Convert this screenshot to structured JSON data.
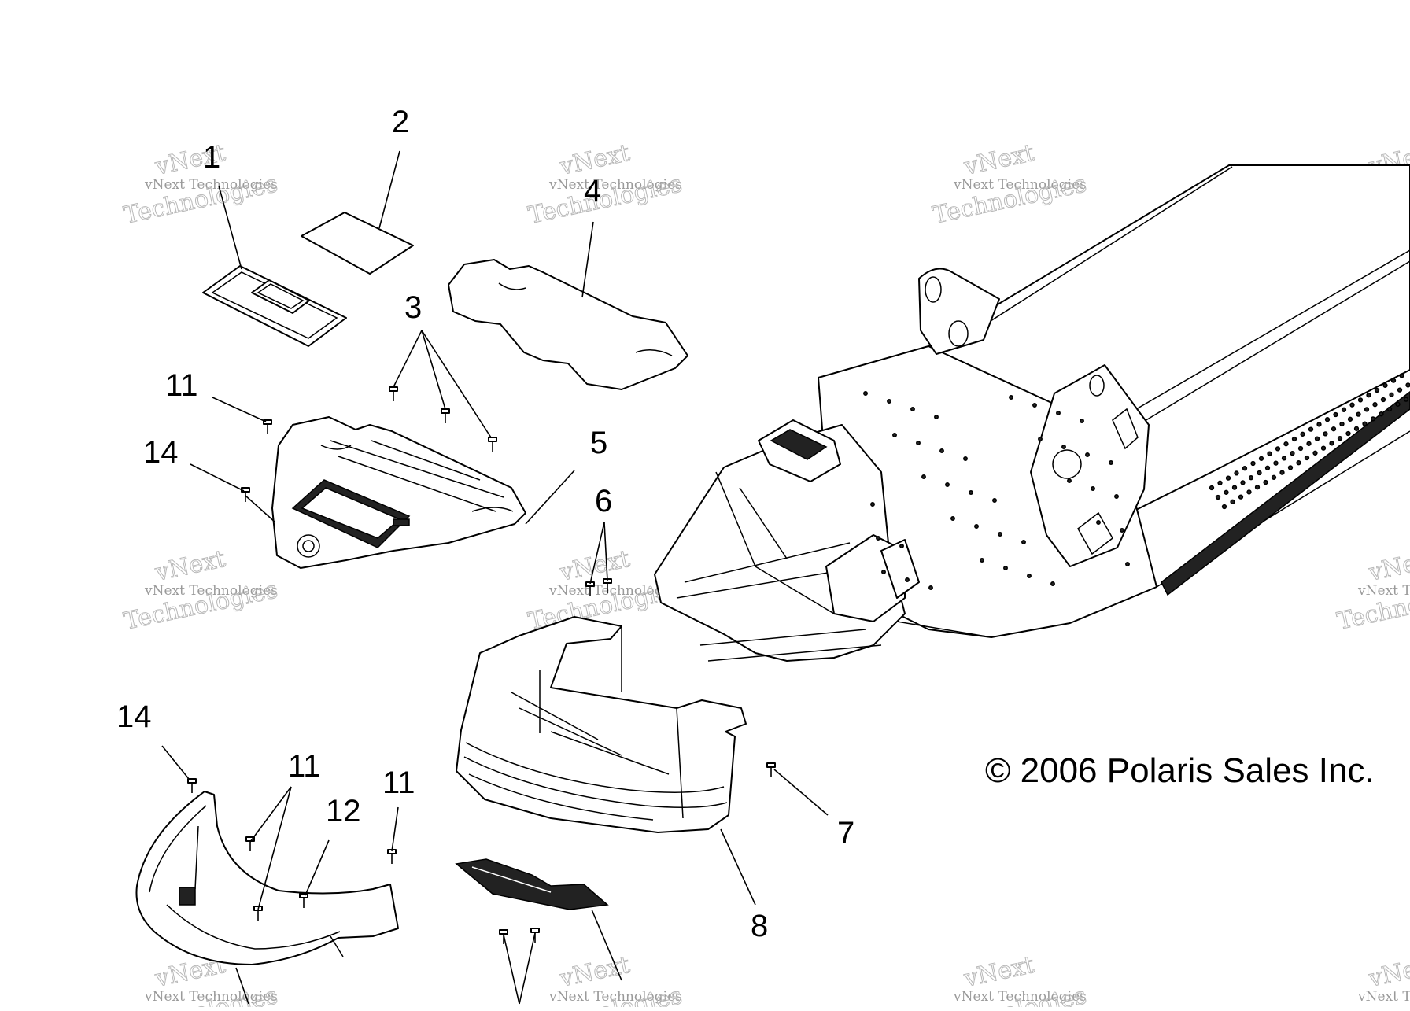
{
  "callouts": [
    {
      "id": "1",
      "label": "1"
    },
    {
      "id": "2",
      "label": "2"
    },
    {
      "id": "3",
      "label": "3"
    },
    {
      "id": "4",
      "label": "4"
    },
    {
      "id": "5",
      "label": "5"
    },
    {
      "id": "6",
      "label": "6"
    },
    {
      "id": "7",
      "label": "7"
    },
    {
      "id": "8",
      "label": "8"
    },
    {
      "id": "11a",
      "label": "11"
    },
    {
      "id": "11b",
      "label": "11"
    },
    {
      "id": "11c",
      "label": "11"
    },
    {
      "id": "12",
      "label": "12"
    },
    {
      "id": "14a",
      "label": "14"
    },
    {
      "id": "14b",
      "label": "14"
    }
  ],
  "copyright": "© 2006 Polaris Sales Inc.",
  "watermark": {
    "line1": "vNext Technologies",
    "line2": "Technologies",
    "line3": "vNext"
  }
}
